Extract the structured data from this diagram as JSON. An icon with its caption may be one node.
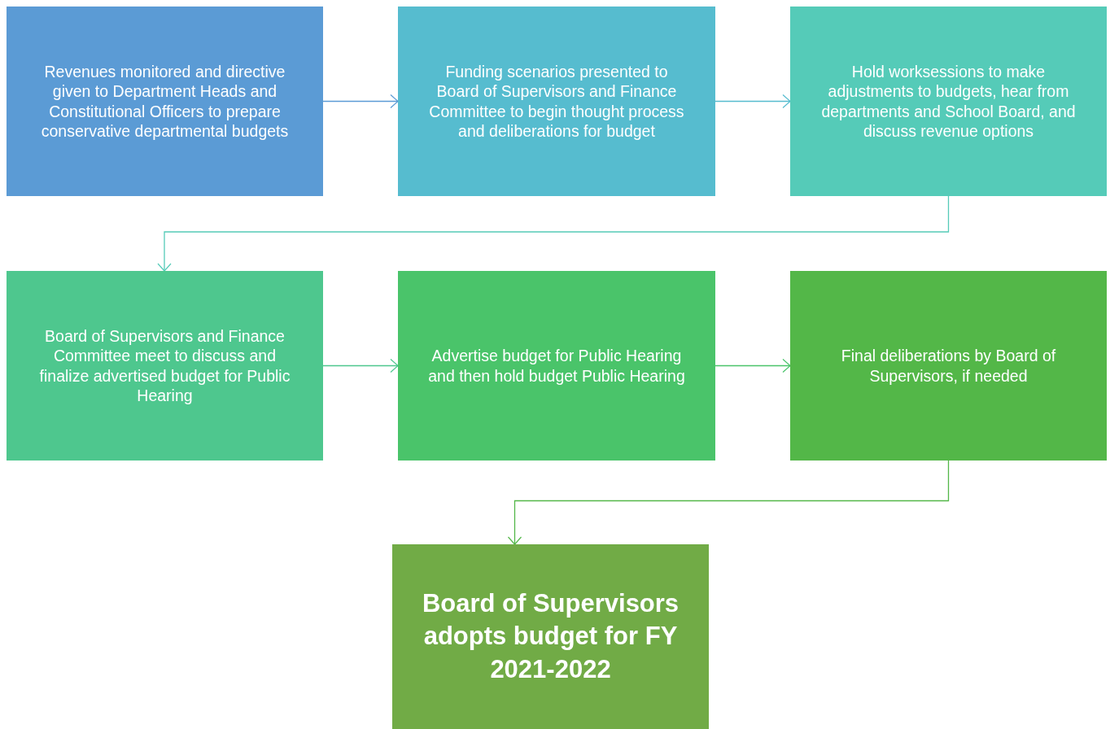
{
  "diagram": {
    "nodes": [
      {
        "text": [
          "Revenues monitored and directive given to Department Heads and Constitutional Officers to prepare conservative departmental budgets"
        ]
      },
      {
        "text": [
          "Funding scenarios presented to Board of Supervisors and Finance Committee to begin thought process and deliberations for budget"
        ]
      },
      {
        "text": [
          "Hold worksessions to make adjustments to budgets, hear from departments and School Board, and discuss revenue options"
        ]
      },
      {
        "text": [
          "Board of Supervisors and Finance Committee meet to discuss and finalize advertised budget for Public Hearing"
        ]
      },
      {
        "text": [
          "Advertise budget for Public Hearing and then hold budget Public Hearing"
        ]
      },
      {
        "text": [
          "Final deliberations by Board of Supervisors, if needed"
        ]
      },
      {
        "text": [
          "Board of Supervisors adopts budget for FY 2021-2022"
        ]
      }
    ],
    "edges": [
      {
        "from": 0,
        "to": 1,
        "arrow": "to",
        "color": "#5b9bd5"
      },
      {
        "from": 1,
        "to": 2,
        "arrow": "to",
        "color": "#56bccf"
      },
      {
        "from": 2,
        "to": 3,
        "arrow": "to",
        "color": "#55cbb8"
      },
      {
        "from": 3,
        "to": 4,
        "arrow": "to",
        "color": "#4ec78e"
      },
      {
        "from": 4,
        "to": 5,
        "arrow": "to",
        "color": "#4ac46a"
      },
      {
        "from": 5,
        "to": 6,
        "arrow": "to",
        "color": "#53b748"
      }
    ]
  }
}
